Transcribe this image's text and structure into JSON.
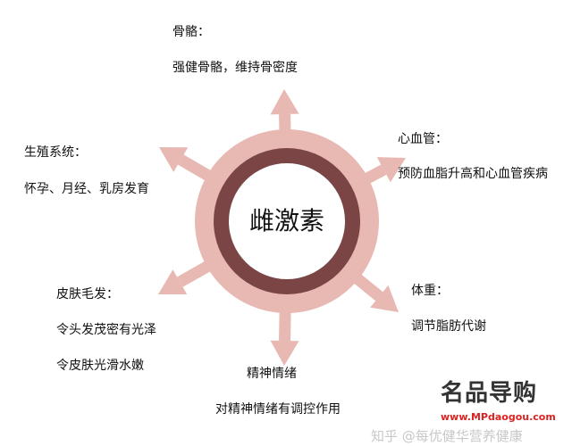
{
  "center": {
    "label": "雌激素"
  },
  "colors": {
    "outer_ring": "#e8b8b3",
    "inner_ring": "#7b4546",
    "arrow": "#e8b8b3"
  },
  "nodes": [
    {
      "id": "bone",
      "title": "骨骼：",
      "lines": [
        "强健骨骼，维持骨密度"
      ]
    },
    {
      "id": "cardio",
      "title": "心血管：",
      "lines": [
        "预防血脂升高和心血管疾病"
      ]
    },
    {
      "id": "weight",
      "title": "体重：",
      "lines": [
        "调节脂肪代谢"
      ]
    },
    {
      "id": "mood",
      "title": "精神情绪",
      "lines": [
        "对精神情绪有调控作用"
      ]
    },
    {
      "id": "skin",
      "title": "皮肤毛发：",
      "lines": [
        "令头发茂密有光泽",
        "令皮肤光滑水嫩"
      ]
    },
    {
      "id": "repro",
      "title": "生殖系统：",
      "lines": [
        "怀孕、月经、乳房发育"
      ]
    }
  ],
  "watermark": {
    "zhihu": "知乎 @每优健华营养健康",
    "logo": "名品导购",
    "url": "www.MPdaogou.com"
  }
}
